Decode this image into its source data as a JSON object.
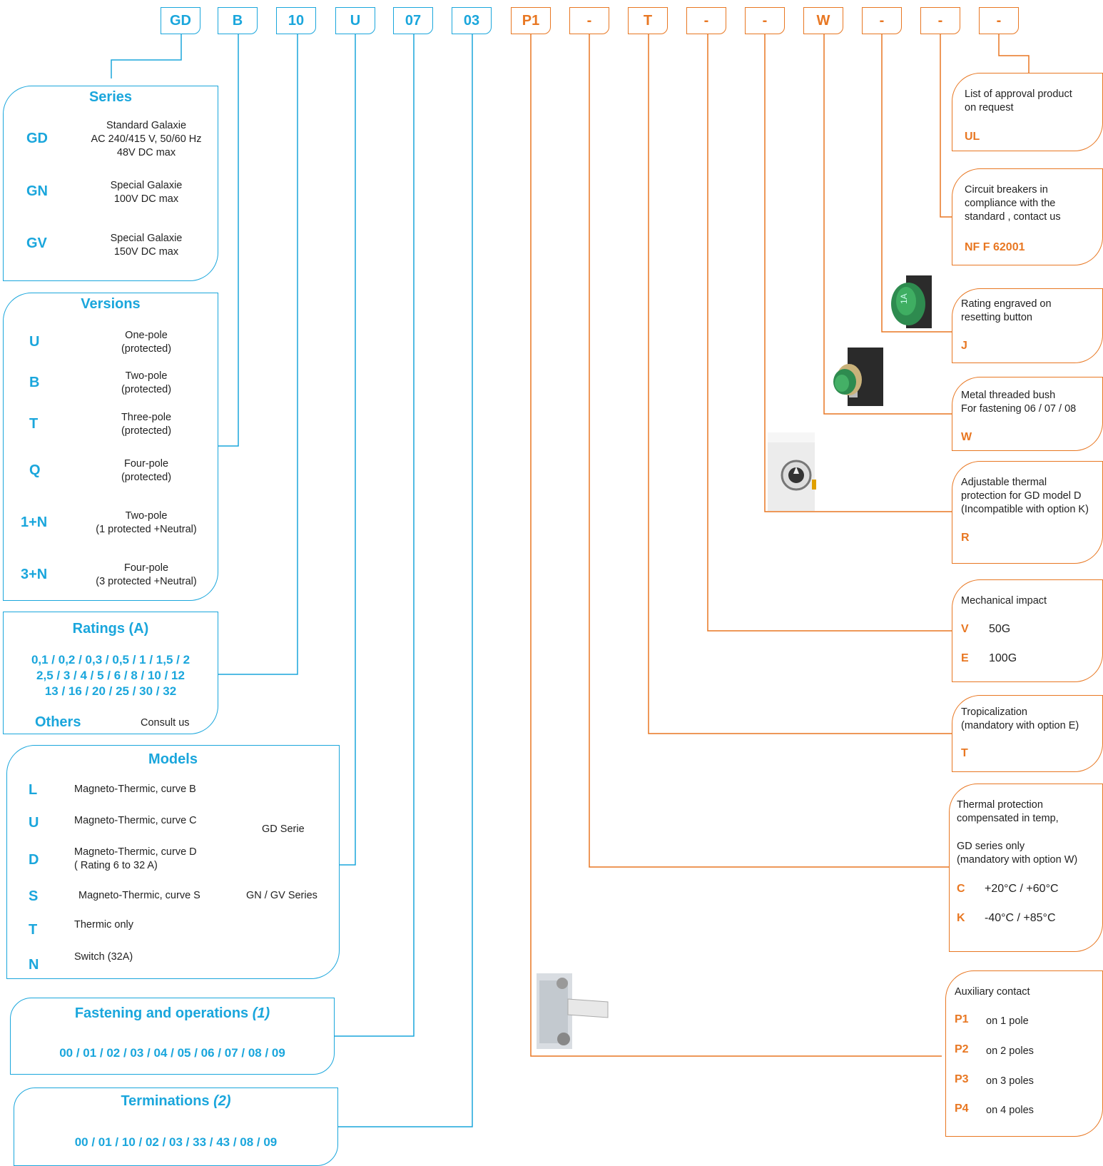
{
  "codes": [
    {
      "label": "GD",
      "color": "blue"
    },
    {
      "label": "B",
      "color": "blue"
    },
    {
      "label": "10",
      "color": "blue"
    },
    {
      "label": "U",
      "color": "blue"
    },
    {
      "label": "07",
      "color": "blue"
    },
    {
      "label": "03",
      "color": "blue"
    },
    {
      "label": "P1",
      "color": "orange"
    },
    {
      "label": "-",
      "color": "orange"
    },
    {
      "label": "T",
      "color": "orange"
    },
    {
      "label": "-",
      "color": "orange"
    },
    {
      "label": "-",
      "color": "orange"
    },
    {
      "label": "W",
      "color": "orange"
    },
    {
      "label": "-",
      "color": "orange"
    },
    {
      "label": "-",
      "color": "orange"
    },
    {
      "label": "-",
      "color": "orange"
    }
  ],
  "series": {
    "title": "Series",
    "items": [
      {
        "code": "GD",
        "desc": [
          "Standard Galaxie",
          "AC 240/415 V, 50/60 Hz",
          "48V DC max"
        ]
      },
      {
        "code": "GN",
        "desc": [
          "Special Galaxie",
          "100V DC max"
        ]
      },
      {
        "code": "GV",
        "desc": [
          "Special Galaxie",
          "150V DC max"
        ]
      }
    ]
  },
  "versions": {
    "title": "Versions",
    "items": [
      {
        "code": "U",
        "desc": [
          "One-pole",
          "(protected)"
        ]
      },
      {
        "code": "B",
        "desc": [
          "Two-pole",
          "(protected)"
        ]
      },
      {
        "code": "T",
        "desc": [
          "Three-pole",
          "(protected)"
        ]
      },
      {
        "code": "Q",
        "desc": [
          "Four-pole",
          "(protected)"
        ]
      },
      {
        "code": "1+N",
        "desc": [
          "Two-pole",
          "(1 protected +Neutral)"
        ]
      },
      {
        "code": "3+N",
        "desc": [
          "Four-pole",
          "(3 protected +Neutral)"
        ]
      }
    ]
  },
  "ratings": {
    "title": "Ratings (A)",
    "lines": [
      "0,1 / 0,2 / 0,3 / 0,5 / 1 / 1,5 / 2",
      "2,5 / 3 / 4  / 5 / 6 / 8 / 10 / 12",
      "13 / 16 / 20 / 25 / 30 / 32"
    ],
    "others_label": "Others",
    "others_value": "Consult us"
  },
  "models": {
    "title": "Models",
    "items": [
      {
        "code": "L",
        "desc": "Magneto-Thermic, curve B"
      },
      {
        "code": "U",
        "desc": "Magneto-Thermic, curve C"
      },
      {
        "code": "D",
        "desc": "Magneto-Thermic, curve D\n( Rating 6 to 32 A)"
      },
      {
        "code": "S",
        "desc": "Magneto-Thermic, curve S"
      },
      {
        "code": "T",
        "desc": "Thermic only"
      },
      {
        "code": "N",
        "desc": "Switch (32A)"
      }
    ],
    "group_gd": "GD Serie",
    "group_gngv": "GN / GV Series"
  },
  "fastening": {
    "title": "Fastening and operations",
    "note": "(1)",
    "values": "00 / 01 / 02 / 03 / 04 / 05 / 06 / 07 / 08 / 09"
  },
  "terminations": {
    "title": "Terminations",
    "note": "(2)",
    "values": "00 / 01 / 10 / 02 / 03 / 33 / 43 / 08 / 09"
  },
  "options": {
    "ul": {
      "text": "List of approval product\non request",
      "code": "UL"
    },
    "nf": {
      "text": "Circuit breakers in\ncompliance with the\nstandard , contact us",
      "code": "NF F 62001"
    },
    "j": {
      "text": "Rating engraved on\nresetting button",
      "code": "J"
    },
    "w": {
      "text": "Metal threaded bush\nFor fastening 06 / 07 / 08",
      "code": "W"
    },
    "r": {
      "text": "Adjustable thermal\nprotection for GD model D\n(Incompatible with option K)",
      "code": "R"
    },
    "impact": {
      "text": "Mechanical impact",
      "rows": [
        {
          "code": "V",
          "value": "50G"
        },
        {
          "code": "E",
          "value": "100G"
        }
      ]
    },
    "trop": {
      "text": "Tropicalization\n(mandatory with option E)",
      "code": "T"
    },
    "thermal": {
      "text": "Thermal protection\ncompensated in temp,",
      "text2": "GD series only\n(mandatory with option W)",
      "rows": [
        {
          "code": "C",
          "value": "+20°C / +60°C"
        },
        {
          "code": "K",
          "value": "-40°C / +85°C"
        }
      ]
    },
    "aux": {
      "text": "Auxiliary contact",
      "rows": [
        {
          "code": "P1",
          "value": "on 1 pole"
        },
        {
          "code": "P2",
          "value": "on 2 poles"
        },
        {
          "code": "P3",
          "value": "on 3 poles"
        },
        {
          "code": "P4",
          "value": "on 4 poles"
        }
      ]
    }
  },
  "colors": {
    "blue": "#1aa6dc",
    "orange": "#e87722"
  }
}
